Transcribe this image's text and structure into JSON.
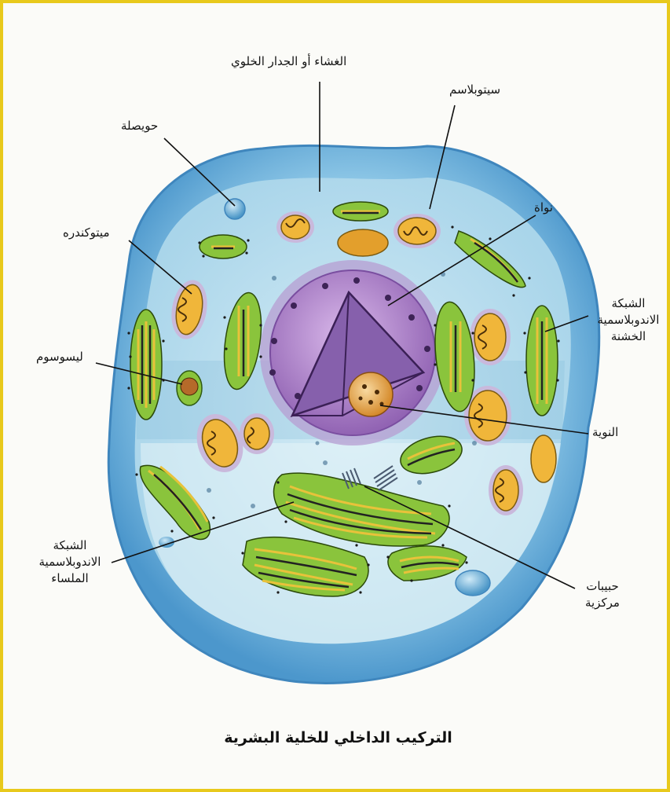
{
  "caption": "التركيب الداخلي للخلية البشرية",
  "labels": {
    "membrane": "الغشاء أو الجدار الخلوي",
    "cytoplasm": "سيتوبلاسم",
    "vesicle": "حويصلة",
    "nucleus": "نواة",
    "mitochondrion": "ميتوكندره",
    "rough_er": [
      "الشبكة",
      "الاندوبلاسمية",
      "الخشنة"
    ],
    "lysosome": "ليسوسوم",
    "nucleolus": "النوية",
    "smooth_er": [
      "الشبكة",
      "الاندوبلاسمية",
      "الملساء"
    ],
    "centrioles": [
      "حبيبات",
      "مركزية"
    ]
  },
  "colors": {
    "frame_border": "#e8c91c",
    "membrane": "#5fa8d6",
    "cytoplasm": "#b5dcee",
    "nucleus": "#a77cc4",
    "organelle_green": "#8ac43c",
    "organelle_yellow": "#e8c23a"
  }
}
